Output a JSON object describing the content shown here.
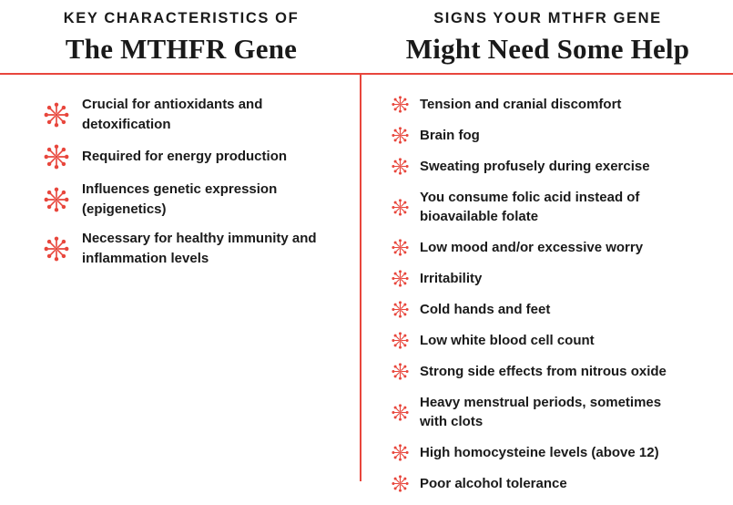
{
  "colors": {
    "accent": "#e8463c",
    "text": "#1a1a1a",
    "background": "#ffffff"
  },
  "left": {
    "eyebrow": "KEY CHARACTERISTICS OF",
    "headline": "The MTHFR Gene",
    "icon": "asterisk-burst-icon",
    "items": [
      [
        "Crucial for antioxidants and",
        "detoxification"
      ],
      [
        "Required for energy production"
      ],
      [
        "Influences genetic expression",
        "(epigenetics)"
      ],
      [
        "Necessary for healthy immunity and",
        "inflammation levels"
      ]
    ]
  },
  "right": {
    "eyebrow": "SIGNS YOUR MTHFR GENE",
    "headline": "Might Need Some Help",
    "icon": "asterisk-burst-icon",
    "items": [
      [
        "Tension and cranial discomfort"
      ],
      [
        "Brain fog"
      ],
      [
        "Sweating profusely during exercise"
      ],
      [
        "You consume folic acid instead of",
        "bioavailable folate"
      ],
      [
        "Low mood and/or excessive worry"
      ],
      [
        "Irritability"
      ],
      [
        "Cold hands and feet"
      ],
      [
        "Low white blood cell count"
      ],
      [
        "Strong side effects from nitrous oxide"
      ],
      [
        "Heavy menstrual periods, sometimes",
        "with clots"
      ],
      [
        "High homocysteine levels (above 12)"
      ],
      [
        "Poor alcohol tolerance"
      ]
    ]
  }
}
